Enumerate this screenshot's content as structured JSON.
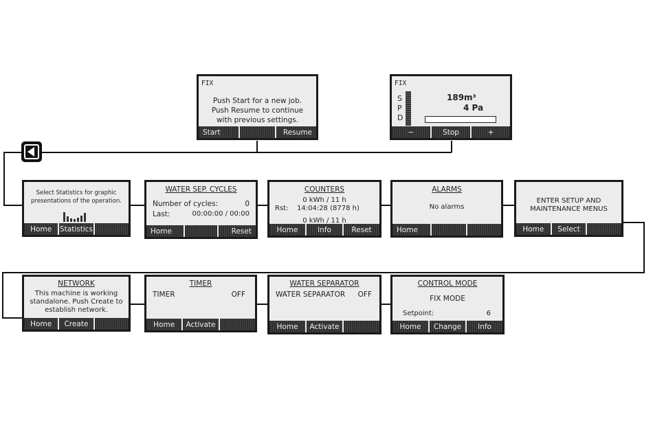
{
  "back_icon": "back-arrow-icon",
  "screens": {
    "start": {
      "mode": "FIX",
      "lines": [
        "Push Start for a new job.",
        "Push Resume to continue",
        "with previous settings."
      ],
      "keys": [
        "Start",
        "",
        "Resume"
      ]
    },
    "run": {
      "mode": "FIX",
      "labels": [
        "S",
        "P",
        "D"
      ],
      "value_1": "189m³",
      "value_2": "4 Pa",
      "keys": [
        "−",
        "Stop",
        "+"
      ]
    },
    "statistics": {
      "lines": [
        "Select Statistics for graphic",
        "presentations of the operation."
      ],
      "keys": [
        "Home",
        "Statistics",
        ""
      ]
    },
    "water_sep_cycles": {
      "title": "WATER SEP. CYCLES",
      "row1_label": "Number of cycles:",
      "row1_value": "0",
      "row2_label": "Last:",
      "row2_value": "00:00:00 / 00:00",
      "keys": [
        "Home",
        "",
        "Reset"
      ]
    },
    "counters": {
      "title": "COUNTERS",
      "line1": "0 kWh / 11 h",
      "rst_label": "Rst:",
      "rst_value": "14:04:28  (8778 h)",
      "line3": "0 kWh / 11 h",
      "keys": [
        "Home",
        "Info",
        "Reset"
      ]
    },
    "alarms": {
      "title": "ALARMS",
      "line1": "No alarms",
      "keys": [
        "Home",
        "",
        ""
      ]
    },
    "setup": {
      "lines": [
        "ENTER SETUP AND",
        "MAINTENANCE MENUS"
      ],
      "keys": [
        "Home",
        "Select",
        ""
      ]
    },
    "network": {
      "title": "NETWORK",
      "lines": [
        "This machine is working",
        "standalone. Push Create to",
        "establish network."
      ],
      "keys": [
        "Home",
        "Create",
        ""
      ]
    },
    "timer": {
      "title": "TIMER",
      "label": "TIMER",
      "value": "OFF",
      "keys": [
        "Home",
        "Activate",
        ""
      ]
    },
    "water_separator": {
      "title": "WATER SEPARATOR",
      "label": "WATER SEPARATOR",
      "value": "OFF",
      "keys": [
        "Home",
        "Activate",
        ""
      ]
    },
    "control_mode": {
      "title": "CONTROL MODE",
      "line1": "FIX MODE",
      "setpoint_label": "Setpoint:",
      "setpoint_value": "6",
      "keys": [
        "Home",
        "Change",
        "Info"
      ]
    }
  }
}
